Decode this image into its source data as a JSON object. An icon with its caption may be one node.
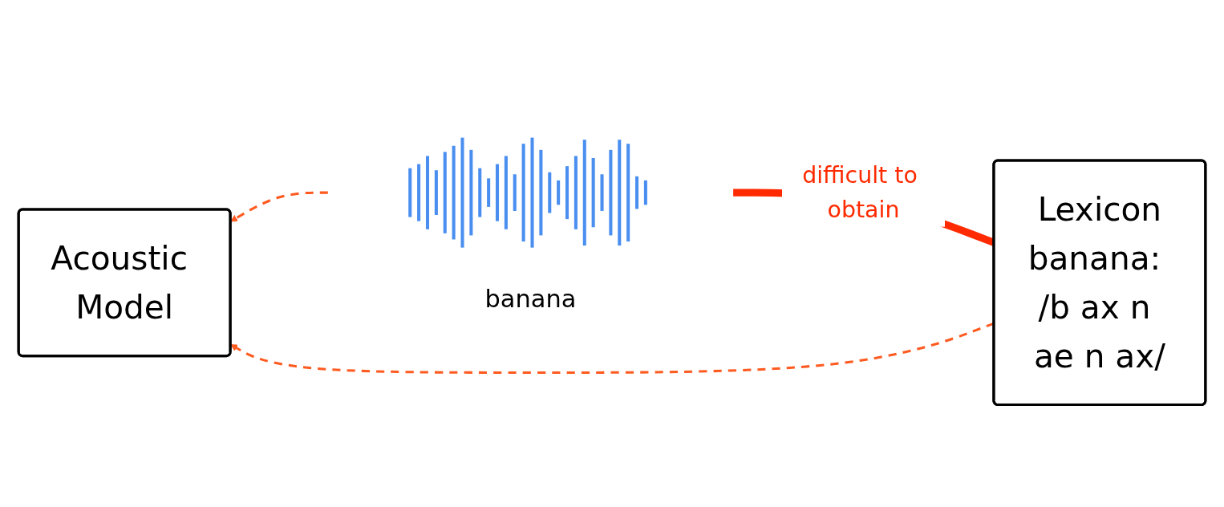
{
  "diagram": {
    "nodes": [
      {
        "text": [
          "Acoustic Model"
        ]
      },
      {
        "text": [
          "Lexicon",
          "banana: /b ax n ae n ax/"
        ]
      },
      {
        "text": [],
        "shape": "picture",
        "beside": [
          "banana"
        ]
      }
    ],
    "edges": [
      {
        "from": 2,
        "to": 0,
        "arrow": "to",
        "style": "dashed",
        "color": "#ff5a1f"
      },
      {
        "from": 1,
        "to": 0,
        "arrow": "to",
        "style": "dashed",
        "color": "#ff5a1f"
      },
      {
        "from": 1,
        "to": 2,
        "arrow": "none",
        "style": "thick",
        "color": "#ff2a00",
        "label": "difficult to obtain"
      }
    ]
  }
}
